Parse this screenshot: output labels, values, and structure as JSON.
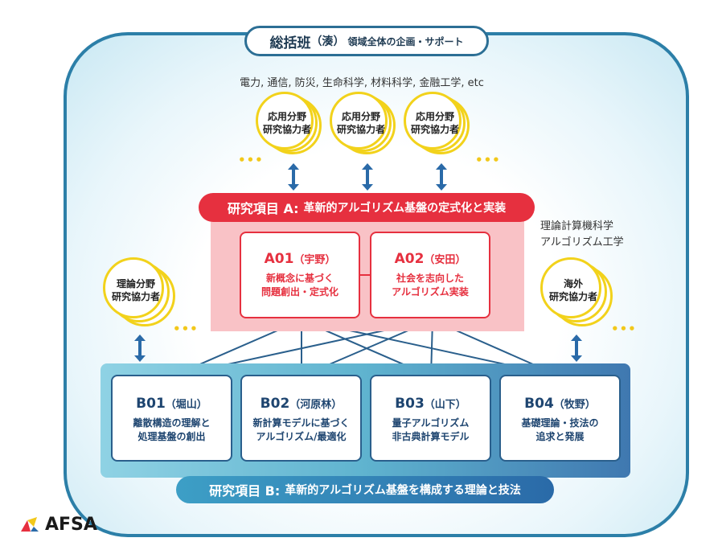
{
  "header": {
    "title_main": "総括班",
    "title_paren": "（湊）",
    "title_sub": "領域全体の企画・サポート"
  },
  "fields_text": "電力, 通信, 防災, 生命科学, 材料科学, 金融工学, etc",
  "applied_collaborators": [
    {
      "label": "応用分野\n研究協力者"
    },
    {
      "label": "応用分野\n研究協力者"
    },
    {
      "label": "応用分野\n研究協力者"
    }
  ],
  "theory_collaborator": {
    "label": "理論分野\n研究協力者"
  },
  "overseas_collaborator": {
    "label": "海外\n研究協力者"
  },
  "side_fields_text": "理論計算機科学\nアルゴリズム工学",
  "ellipsis": "•••",
  "project_a": {
    "lead": "研究項目 A:",
    "title": "革新的アルゴリズム基盤の定式化と実装",
    "groups": [
      {
        "code": "A01",
        "pi": "（宇野）",
        "desc": "新概念に基づく\n問題創出・定式化"
      },
      {
        "code": "A02",
        "pi": "（安田）",
        "desc": "社会を志向した\nアルゴリズム実装"
      }
    ]
  },
  "project_b": {
    "lead": "研究項目 B:",
    "title": "革新的アルゴリズム基盤を構成する理論と技法",
    "groups": [
      {
        "code": "B01",
        "pi": "（堀山）",
        "desc": "離散構造の理解と\n処理基盤の創出"
      },
      {
        "code": "B02",
        "pi": "（河原林）",
        "desc": "新計算モデルに基づく\nアルゴリズム/最適化"
      },
      {
        "code": "B03",
        "pi": "（山下）",
        "desc": "量子アルゴリズム\n非古典計算モデル"
      },
      {
        "code": "B04",
        "pi": "（牧野）",
        "desc": "基礎理論・技法の\n追求と発展"
      }
    ]
  },
  "logo": {
    "text": "AFSA"
  },
  "colors": {
    "red": "#e6303f",
    "blue": "#2a5f8c",
    "yellow": "#f2d21b",
    "outline": "#2c7fa8"
  }
}
